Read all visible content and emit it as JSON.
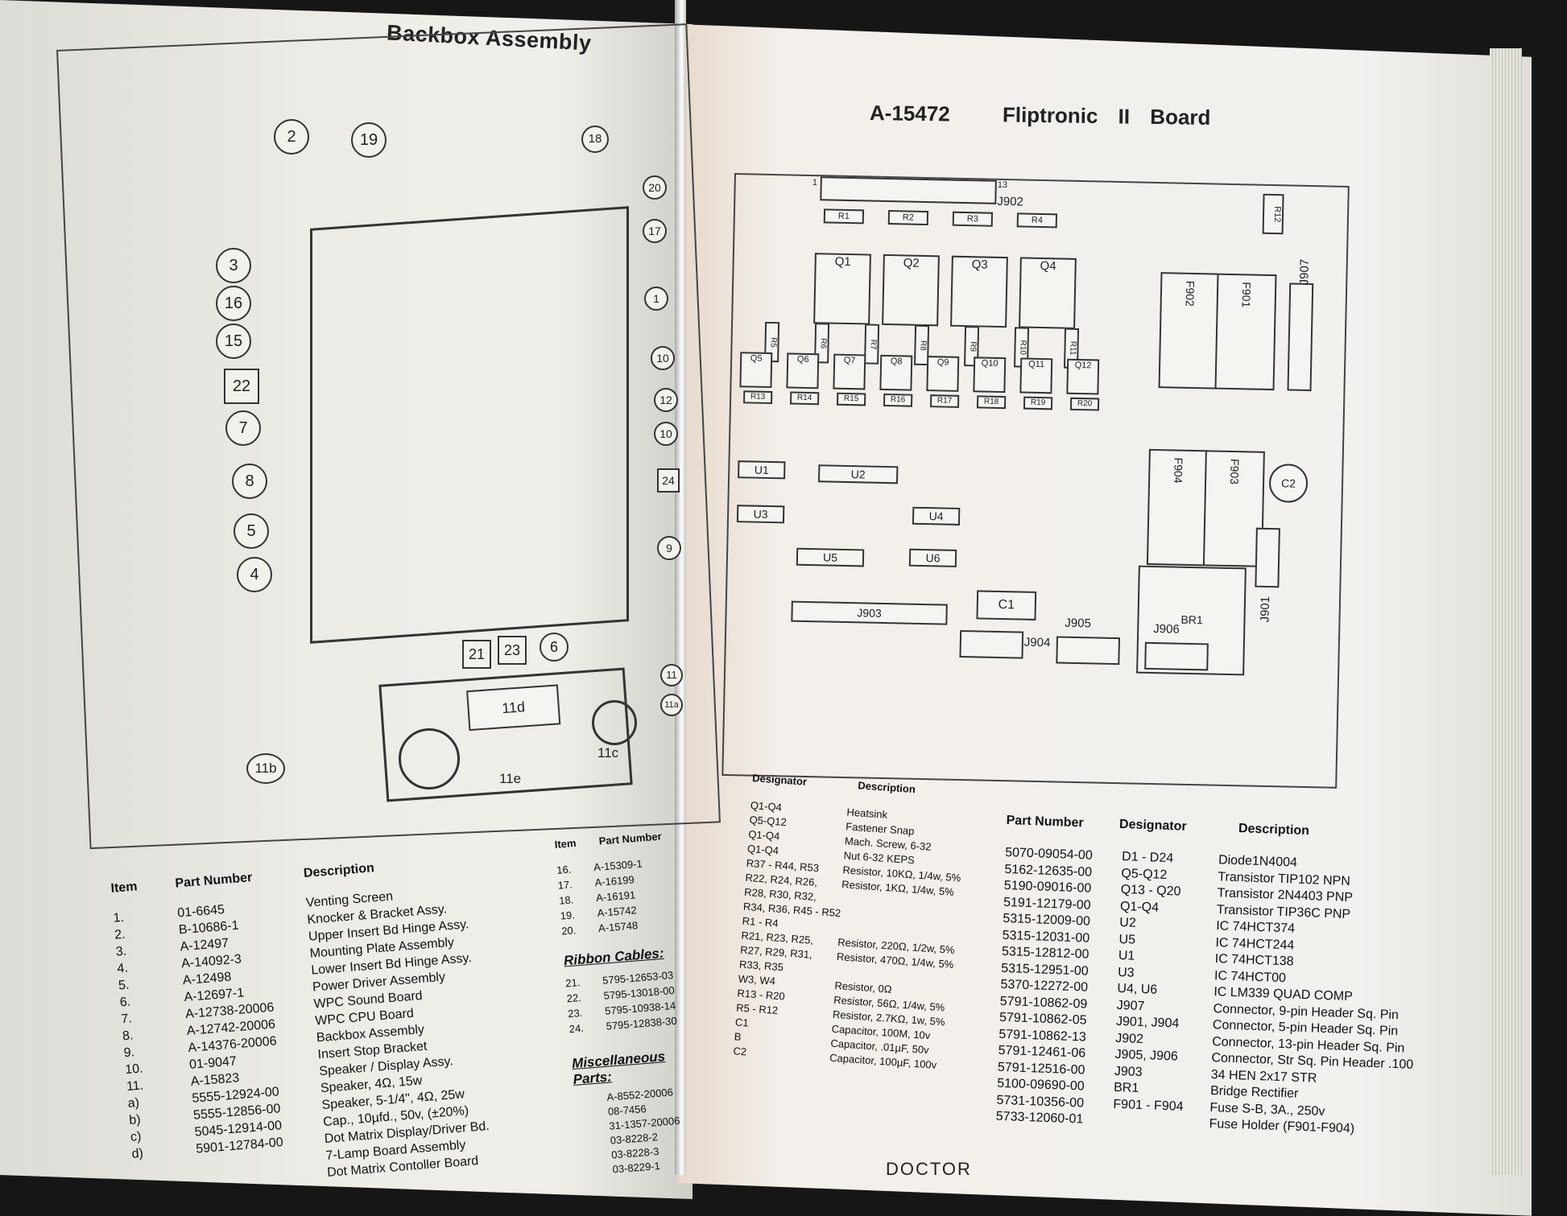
{
  "left_page": {
    "title": "Backbox Assembly",
    "callouts": [
      "2",
      "19",
      "18",
      "20",
      "17",
      "3",
      "16",
      "15",
      "22",
      "7",
      "8",
      "5",
      "4",
      "1",
      "10",
      "12",
      "10",
      "24",
      "9",
      "21",
      "23",
      "6",
      "11",
      "11a",
      "11b",
      "11c",
      "11d",
      "11e"
    ],
    "headers": {
      "item": "Item",
      "part": "Part Number",
      "desc": "Description"
    },
    "rows": [
      {
        "item": "1.",
        "part": "01-6645",
        "desc": "Venting Screen"
      },
      {
        "item": "2.",
        "part": "B-10686-1",
        "desc": "Knocker & Bracket Assy."
      },
      {
        "item": "3.",
        "part": "A-12497",
        "desc": "Upper Insert Bd Hinge Assy."
      },
      {
        "item": "4.",
        "part": "A-14092-3",
        "desc": "Mounting Plate Assembly"
      },
      {
        "item": "5.",
        "part": "A-12498",
        "desc": "Lower Insert Bd Hinge Assy."
      },
      {
        "item": "6.",
        "part": "A-12697-1",
        "desc": "Power Driver Assembly"
      },
      {
        "item": "7.",
        "part": "A-12738-20006",
        "desc": "WPC Sound Board"
      },
      {
        "item": "8.",
        "part": "A-12742-20006",
        "desc": "WPC CPU Board"
      },
      {
        "item": "9.",
        "part": "A-14376-20006",
        "desc": "Backbox Assembly"
      },
      {
        "item": "10.",
        "part": "01-9047",
        "desc": "Insert Stop Bracket"
      },
      {
        "item": "11.",
        "part": "A-15823",
        "desc": "Speaker / Display Assy."
      },
      {
        "item": "a)",
        "part": "5555-12924-00",
        "desc": "Speaker, 4Ω, 15w"
      },
      {
        "item": "b)",
        "part": "5555-12856-00",
        "desc": "Speaker, 5-1/4\", 4Ω, 25w"
      },
      {
        "item": "c)",
        "part": "5045-12914-00",
        "desc": "Cap., 10µfd., 50v, (±20%)"
      },
      {
        "item": "d)",
        "part": "5901-12784-00",
        "desc": "Dot Matrix Display/Driver Bd."
      },
      {
        "item": "",
        "part": "",
        "desc": "7-Lamp Board Assembly"
      },
      {
        "item": "",
        "part": "",
        "desc": "Dot Matrix Contoller Board"
      }
    ],
    "right_col_header": {
      "item": "Item",
      "part": "Part Number"
    },
    "right_rows": [
      {
        "item": "16.",
        "part": "A-15309-1"
      },
      {
        "item": "17.",
        "part": "A-16199"
      },
      {
        "item": "18.",
        "part": "A-16191"
      },
      {
        "item": "19.",
        "part": "A-15742"
      },
      {
        "item": "20.",
        "part": "A-15748"
      }
    ],
    "ribbon_title": "Ribbon Cables:",
    "ribbon_rows": [
      {
        "item": "21.",
        "part": "5795-12653-03"
      },
      {
        "item": "22.",
        "part": "5795-13018-00"
      },
      {
        "item": "23.",
        "part": "5795-10938-14"
      },
      {
        "item": "24.",
        "part": "5795-12838-30"
      }
    ],
    "misc_title": "Miscellaneous Parts:",
    "misc_rows": [
      "A-8552-20006",
      "08-7456",
      "31-1357-20006",
      "03-8228-2",
      "03-8228-3",
      "03-8229-1"
    ]
  },
  "right_page": {
    "title_part": "A-15472",
    "title_name": "Fliptronic II Board",
    "board_labels": {
      "j902": "J902",
      "j903": "J903",
      "j904": "J904",
      "j905": "J905",
      "j906": "J906",
      "j907": "J907",
      "j901": "J901",
      "br1": "BR1",
      "c1": "C1",
      "c2": "C2",
      "f901": "F901",
      "f902": "F902",
      "f903": "F903",
      "f904": "F904",
      "u1": "U1",
      "u2": "U2",
      "u3": "U3",
      "u4": "U4",
      "u5": "U5",
      "u6": "U6",
      "r12": "R12",
      "pin13": "13",
      "pin1": "1"
    },
    "transistors_top": [
      "Q1",
      "Q2",
      "Q3",
      "Q4"
    ],
    "transistors_mid": [
      "Q5",
      "Q6",
      "Q7",
      "Q8",
      "Q9",
      "Q10",
      "Q11",
      "Q12"
    ],
    "resistors_top": [
      "R1",
      "R2",
      "R3",
      "R4"
    ],
    "resistors_mid": [
      "R5",
      "R6",
      "R7",
      "R8",
      "R9",
      "R10",
      "R11"
    ],
    "resistors_row": [
      "R13",
      "R14",
      "R15",
      "R16",
      "R17",
      "R18",
      "R19",
      "R20"
    ],
    "headers": {
      "part": "Part Number",
      "desig": "Designator",
      "desc": "Description"
    },
    "mid_rows": [
      {
        "desig": "Q1-Q4",
        "desc": "Heatsink"
      },
      {
        "desig": "Q5-Q12",
        "desc": "Fastener Snap"
      },
      {
        "desig": "Q1-Q4",
        "desc": "Mach. Screw, 6-32"
      },
      {
        "desig": "Q1-Q4",
        "desc": "Nut 6-32 KEPS"
      },
      {
        "desig": "R37 - R44, R53",
        "desc": "Resistor, 10KΩ, 1/4w, 5%"
      },
      {
        "desig": "R22, R24, R26,",
        "desc": "Resistor, 1KΩ, 1/4w, 5%"
      },
      {
        "desig": "R28, R30, R32,",
        "desc": ""
      },
      {
        "desig": "R34, R36, R45 - R52",
        "desc": ""
      },
      {
        "desig": "R1 - R4",
        "desc": ""
      },
      {
        "desig": "R21, R23, R25,",
        "desc": "Resistor, 220Ω, 1/2w, 5%"
      },
      {
        "desig": "R27, R29, R31,",
        "desc": "Resistor, 470Ω, 1/4w, 5%"
      },
      {
        "desig": "R33, R35",
        "desc": ""
      },
      {
        "desig": "W3, W4",
        "desc": "Resistor, 0Ω"
      },
      {
        "desig": "R13 - R20",
        "desc": "Resistor, 56Ω, 1/4w, 5%"
      },
      {
        "desig": "R5 - R12",
        "desc": "Resistor, 2.7KΩ, 1w, 5%"
      },
      {
        "desig": "C1",
        "desc": "Capacitor, 100M, 10v"
      },
      {
        "desig": "B",
        "desc": "Capacitor, .01µF, 50v"
      },
      {
        "desig": "C2",
        "desc": "Capacitor, 100µF, 100v"
      }
    ],
    "rows": [
      {
        "part": "5070-09054-00",
        "desig": "D1 - D24",
        "desc": "Diode1N4004"
      },
      {
        "part": "5162-12635-00",
        "desig": "Q5-Q12",
        "desc": "Transistor TIP102 NPN"
      },
      {
        "part": "5190-09016-00",
        "desig": "Q13 - Q20",
        "desc": "Transistor 2N4403 PNP"
      },
      {
        "part": "5191-12179-00",
        "desig": "Q1-Q4",
        "desc": "Transistor TIP36C PNP"
      },
      {
        "part": "5315-12009-00",
        "desig": "U2",
        "desc": "IC 74HCT374"
      },
      {
        "part": "5315-12031-00",
        "desig": "U5",
        "desc": "IC 74HCT244"
      },
      {
        "part": "5315-12812-00",
        "desig": "U1",
        "desc": "IC 74HCT138"
      },
      {
        "part": "5315-12951-00",
        "desig": "U3",
        "desc": "IC 74HCT00"
      },
      {
        "part": "5370-12272-00",
        "desig": "U4, U6",
        "desc": "IC LM339 QUAD COMP"
      },
      {
        "part": "5791-10862-09",
        "desig": "J907",
        "desc": "Connector, 9-pin Header Sq. Pin"
      },
      {
        "part": "5791-10862-05",
        "desig": "J901, J904",
        "desc": "Connector, 5-pin Header Sq. Pin"
      },
      {
        "part": "5791-10862-13",
        "desig": "J902",
        "desc": "Connector, 13-pin Header Sq. Pin"
      },
      {
        "part": "5791-12461-06",
        "desig": "J905, J906",
        "desc": "Connector, Str Sq. Pin Header .100"
      },
      {
        "part": "5791-12516-00",
        "desig": "J903",
        "desc": "34 HEN 2x17 STR"
      },
      {
        "part": "5100-09690-00",
        "desig": "BR1",
        "desc": "Bridge Rectifier"
      },
      {
        "part": "5731-10356-00",
        "desig": "F901 - F904",
        "desc": "Fuse S-B, 3A., 250v"
      },
      {
        "part": "5733-12060-01",
        "desig": "",
        "desc": "Fuse Holder (F901-F904)"
      }
    ],
    "footer": "DOCTOR"
  },
  "colors": {
    "paper": "#f0efea",
    "ink": "#222222",
    "background": "#161616"
  }
}
